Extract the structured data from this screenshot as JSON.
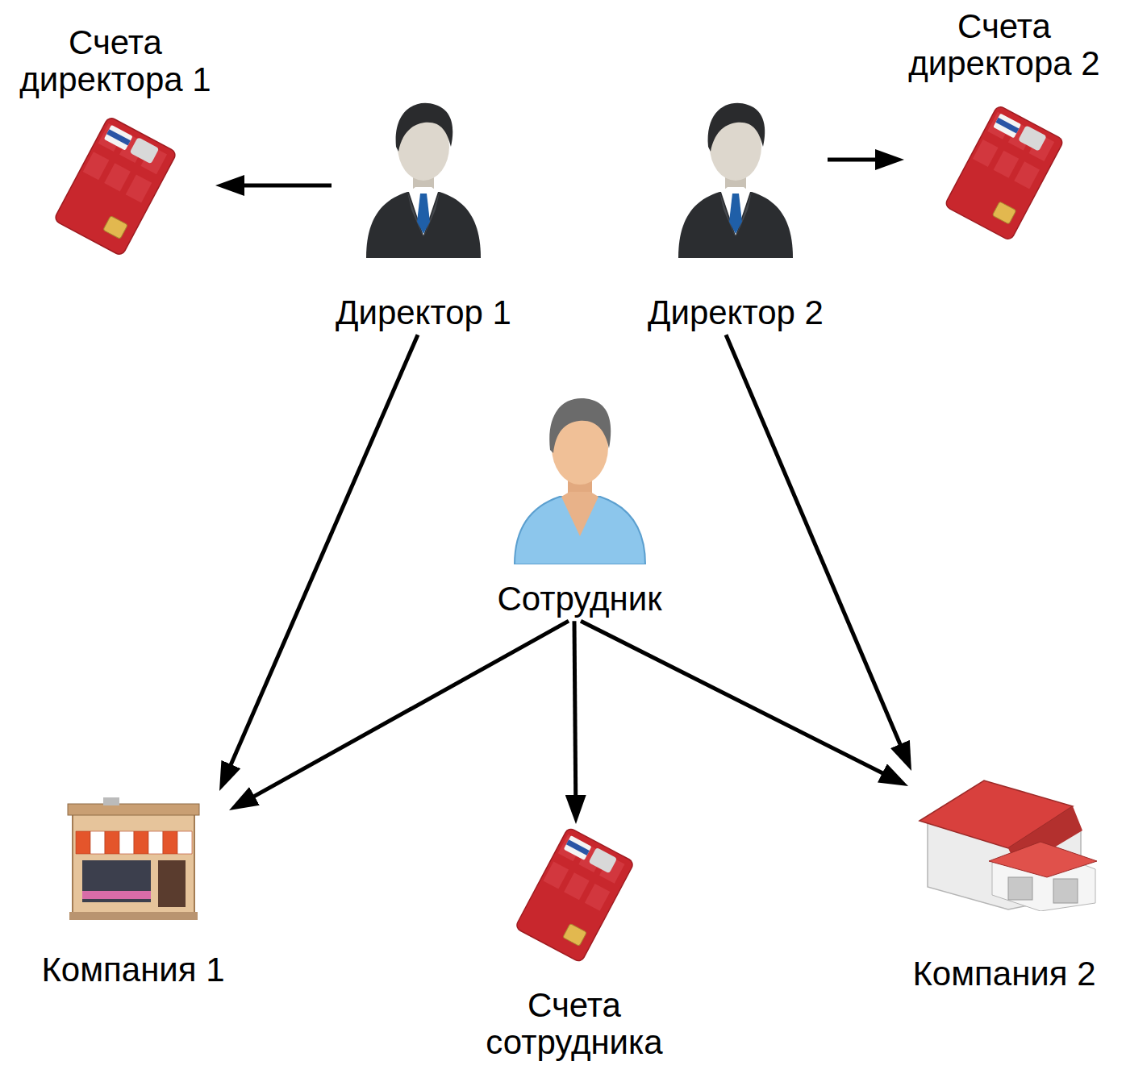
{
  "diagram": {
    "nodes": [
      {
        "text": [
          "Счета директора 1"
        ]
      },
      {
        "text": [
          "Директор 1"
        ]
      },
      {
        "text": [
          "Директор 2"
        ]
      },
      {
        "text": [
          "Счета директора 2"
        ]
      },
      {
        "text": [
          "Сотрудник"
        ]
      },
      {
        "text": [
          "Компания 1"
        ]
      },
      {
        "text": [
          "Счета сотрудника"
        ]
      },
      {
        "text": [
          "Компания 2"
        ]
      }
    ],
    "edges": [
      {
        "from": 1,
        "to": 0,
        "arrow": "to"
      },
      {
        "from": 2,
        "to": 3,
        "arrow": "to"
      },
      {
        "from": 1,
        "to": 5,
        "arrow": "to"
      },
      {
        "from": 2,
        "to": 7,
        "arrow": "to"
      },
      {
        "from": 4,
        "to": 5,
        "arrow": "to"
      },
      {
        "from": 4,
        "to": 6,
        "arrow": "to"
      },
      {
        "from": 4,
        "to": 7,
        "arrow": "to"
      }
    ]
  }
}
